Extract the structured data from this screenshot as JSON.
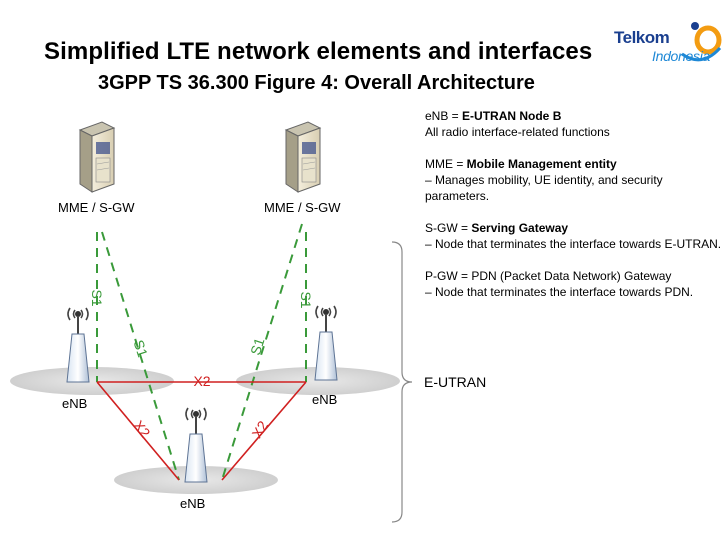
{
  "header": {
    "title": "Simplified LTE network elements and interfaces",
    "subtitle": "3GPP TS 36.300 Figure 4: Overall Architecture"
  },
  "logo": {
    "line1": "Telkom",
    "line2": "Indonesia",
    "accent": "#f39c12"
  },
  "nodes": {
    "mme_left": "MME / S-GW",
    "mme_right": "MME / S-GW",
    "enb_left": "eNB",
    "enb_right": "eNB",
    "enb_bottom": "eNB"
  },
  "links": {
    "s1_left_vertical": "S1",
    "s1_left_diagonal": "S1",
    "s1_right_diagonal": "S1",
    "s1_right_vertical": "S1",
    "x2_top": "X2",
    "x2_left": "X2",
    "x2_right": "X2"
  },
  "colors": {
    "s1": "#3a9a3a",
    "x2": "#d02020"
  },
  "legend": {
    "enb_prefix": "eNB = ",
    "enb_bold": "E-UTRAN Node B",
    "enb_desc": "All radio interface-related functions",
    "mme_prefix": "MME = ",
    "mme_bold": "Mobile Management entity",
    "mme_desc": "– Manages mobility, UE identity, and security parameters.",
    "sgw_prefix": "S-GW = ",
    "sgw_bold": "Serving Gateway",
    "sgw_desc": "– Node that terminates the interface towards E-UTRAN.",
    "pgw_line1": "P-GW = PDN (Packet Data Network) Gateway",
    "pgw_desc": "– Node that terminates the interface towards PDN."
  },
  "eutran_label": "E-UTRAN"
}
